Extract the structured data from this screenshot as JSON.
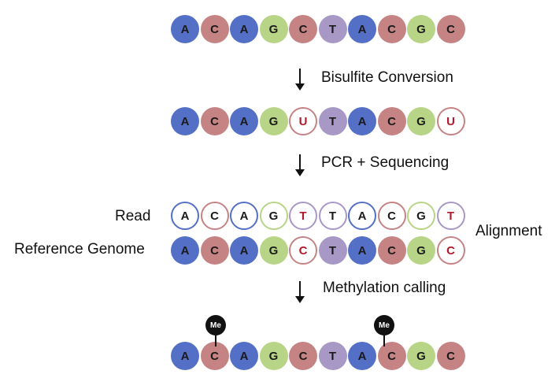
{
  "colors": {
    "A": "#5470c6",
    "C": "#c68384",
    "G": "#b8d486",
    "T": "#a798c6",
    "U_letter": "#b3192b"
  },
  "steps": {
    "bisulfite": "Bisulfite Conversion",
    "pcr": "PCR + Sequencing",
    "calling": "Methylation calling"
  },
  "labels": {
    "read": "Read",
    "reference": "Reference Genome",
    "alignment": "Alignment"
  },
  "methyl_tag": "Me",
  "sequences": {
    "original": [
      "A",
      "C",
      "A",
      "G",
      "C",
      "T",
      "A",
      "C",
      "G",
      "C"
    ],
    "converted": [
      "A",
      "C",
      "A",
      "G",
      "U",
      "T",
      "A",
      "C",
      "G",
      "U"
    ],
    "read": [
      "A",
      "C",
      "A",
      "G",
      "T",
      "T",
      "A",
      "C",
      "G",
      "T"
    ],
    "reference": [
      "A",
      "C",
      "A",
      "G",
      "C",
      "T",
      "A",
      "C",
      "G",
      "C"
    ],
    "called": [
      "A",
      "C",
      "A",
      "G",
      "C",
      "T",
      "A",
      "C",
      "G",
      "C"
    ]
  },
  "methylated_positions": [
    2,
    8
  ]
}
